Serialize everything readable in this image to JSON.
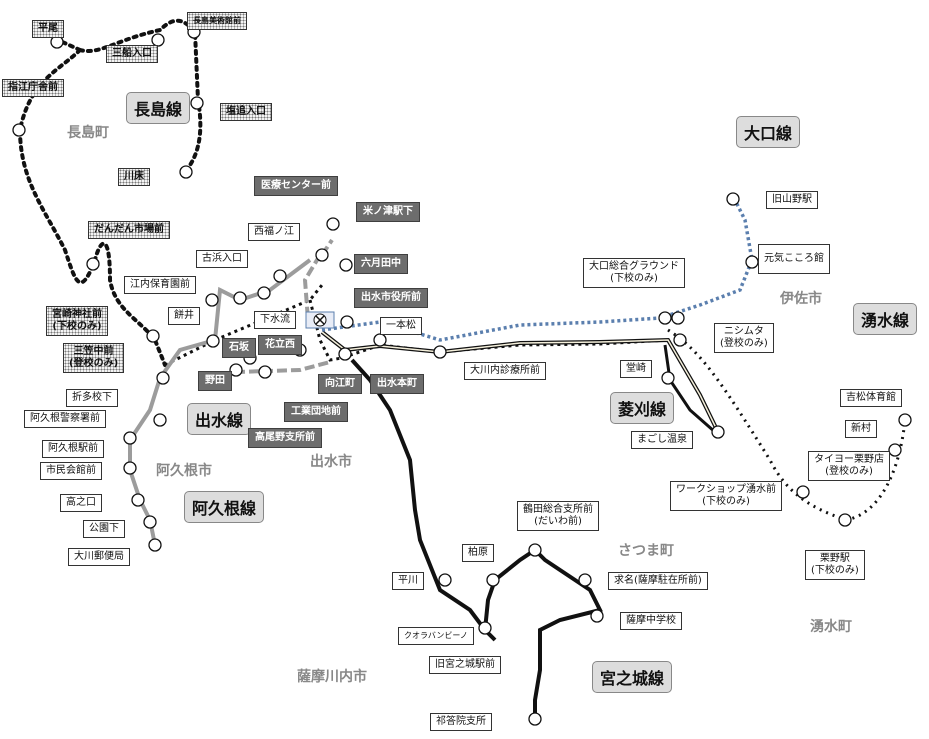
{
  "lines": {
    "nagashima": "長島線",
    "okuchi": "大口線",
    "yusui": "湧水線",
    "hishikari": "菱刈線",
    "izumi": "出水線",
    "akune": "阿久根線",
    "miyanojo": "宮之城線"
  },
  "areas": {
    "nagashima_town": "長島町",
    "isa_city": "伊佐市",
    "akune_city": "阿久根市",
    "izumi_city": "出水市",
    "satsuma_town": "さつま町",
    "yusui_town": "湧水町",
    "satsumasendai_city": "薩摩川内市"
  },
  "stops": {
    "hirao": "平尾",
    "nagashima_hq": "長島美術館前",
    "mifune": "三船入口",
    "shikotsu": "指江庁舎前",
    "takesama": "塩追入口",
    "kawatoko": "川床",
    "dandan": "だんだん市場前",
    "miyazaki_jinja": "宮崎神社前",
    "miyazaki_jinja_note": "(下校のみ)",
    "sankou": "三笠中前",
    "sankou_note": "(登校のみ)",
    "iryo": "医療センター前",
    "yonenotsu": "米ノ津駅下",
    "nishifukunoe": "西福ノ江",
    "rokugatsuda": "六月田中",
    "kohama": "古浜入口",
    "izumi_city_hall": "出水市役所前",
    "enai": "江内保育園前",
    "mochii": "餅井",
    "gesui": "下水流",
    "ippon": "一本松",
    "ishizaka": "石坂",
    "hanatate": "花立西",
    "noda": "野田",
    "mukoemachi": "向江町",
    "izumi_honmachi": "出水本町",
    "okawauchi": "大川内診療所前",
    "kogyo": "工業団地前",
    "takaono": "高尾野支所前",
    "origo": "折多校下",
    "akune_police": "阿久根警察署前",
    "akune_sta": "阿久根駅前",
    "shimin": "市民会館前",
    "takanokuchi": "高之口",
    "kouen": "公園下",
    "okawa_post": "大川郵便局",
    "old_yamano": "旧山野駅",
    "genki": "元気こころ館",
    "okuchi_ground": "大口総合グラウンド",
    "okuchi_ground_note": "(下校のみ)",
    "nishimuta": "ニシムタ",
    "nishimuta_note": "(登校のみ)",
    "doke": "堂崎",
    "magoshi": "まごし温泉",
    "yoshimatsu_gym": "吉松体育館",
    "shinmura": "新村",
    "taiyo": "タイヨー栗野店",
    "taiyo_note": "(登校のみ)",
    "workshop": "ワークショップ湧水前",
    "workshop_note": "(下校のみ)",
    "kurino": "栗野駅",
    "kurino_note": "(下校のみ)",
    "tsuruta": "鶴田総合支所前",
    "tsuruta_note": "(だいわ前)",
    "kashiwabara": "柏原",
    "gumyo": "求名(薩摩駐在所前)",
    "hirakawa": "平川",
    "satsuma_jhs": "薩摩中学校",
    "kuora": "クオラバンビーノ",
    "old_miyanojo": "旧宮之城駅前",
    "kedoin": "祁答院支所"
  }
}
